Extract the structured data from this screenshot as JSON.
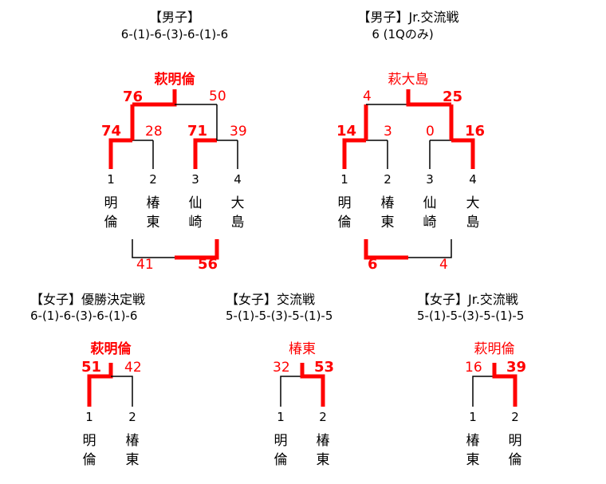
{
  "colors": {
    "win": "#ff0000",
    "line": "#000000"
  },
  "boys": {
    "title": "【男子】",
    "format": "6-(1)-6-(3)-6-(1)-6",
    "champion": "萩明倫",
    "final_left": "76",
    "final_right": "50",
    "semi1_left": "74",
    "semi1_right": "28",
    "semi2_left": "71",
    "semi2_right": "39",
    "third_left": "41",
    "third_right": "56",
    "seeds": [
      "1",
      "2",
      "3",
      "4"
    ],
    "teams": [
      {
        "l1": "明",
        "l2": "倫"
      },
      {
        "l1": "椿",
        "l2": "東"
      },
      {
        "l1": "仙",
        "l2": "崎"
      },
      {
        "l1": "大",
        "l2": "島"
      }
    ]
  },
  "boys_jr": {
    "title": "【男子】Jr.交流戦",
    "format": "6 (1Qのみ)",
    "champion": "萩大島",
    "final_left": "4",
    "final_right": "25",
    "semi1_left": "14",
    "semi1_right": "3",
    "semi2_left": "0",
    "semi2_right": "16",
    "third_left": "6",
    "third_right": "4",
    "seeds": [
      "1",
      "2",
      "3",
      "4"
    ],
    "teams": [
      {
        "l1": "明",
        "l2": "倫"
      },
      {
        "l1": "椿",
        "l2": "東"
      },
      {
        "l1": "仙",
        "l2": "崎"
      },
      {
        "l1": "大",
        "l2": "島"
      }
    ]
  },
  "girls_final": {
    "title": "【女子】優勝決定戦",
    "format": "6-(1)-6-(3)-6-(1)-6",
    "champion": "萩明倫",
    "left_score": "51",
    "right_score": "42",
    "seeds": [
      "1",
      "2"
    ],
    "teams": [
      {
        "l1": "明",
        "l2": "倫"
      },
      {
        "l1": "椿",
        "l2": "東"
      }
    ]
  },
  "girls_exchange": {
    "title": "【女子】交流戦",
    "format": "5-(1)-5-(3)-5-(1)-5",
    "champion": "椿東",
    "left_score": "32",
    "right_score": "53",
    "seeds": [
      "1",
      "2"
    ],
    "teams": [
      {
        "l1": "明",
        "l2": "倫"
      },
      {
        "l1": "椿",
        "l2": "東"
      }
    ]
  },
  "girls_jr": {
    "title": "【女子】Jr.交流戦",
    "format": "5-(1)-5-(3)-5-(1)-5",
    "champion": "萩明倫",
    "left_score": "16",
    "right_score": "39",
    "seeds": [
      "1",
      "2"
    ],
    "teams": [
      {
        "l1": "椿",
        "l2": "東"
      },
      {
        "l1": "明",
        "l2": "倫"
      }
    ]
  }
}
